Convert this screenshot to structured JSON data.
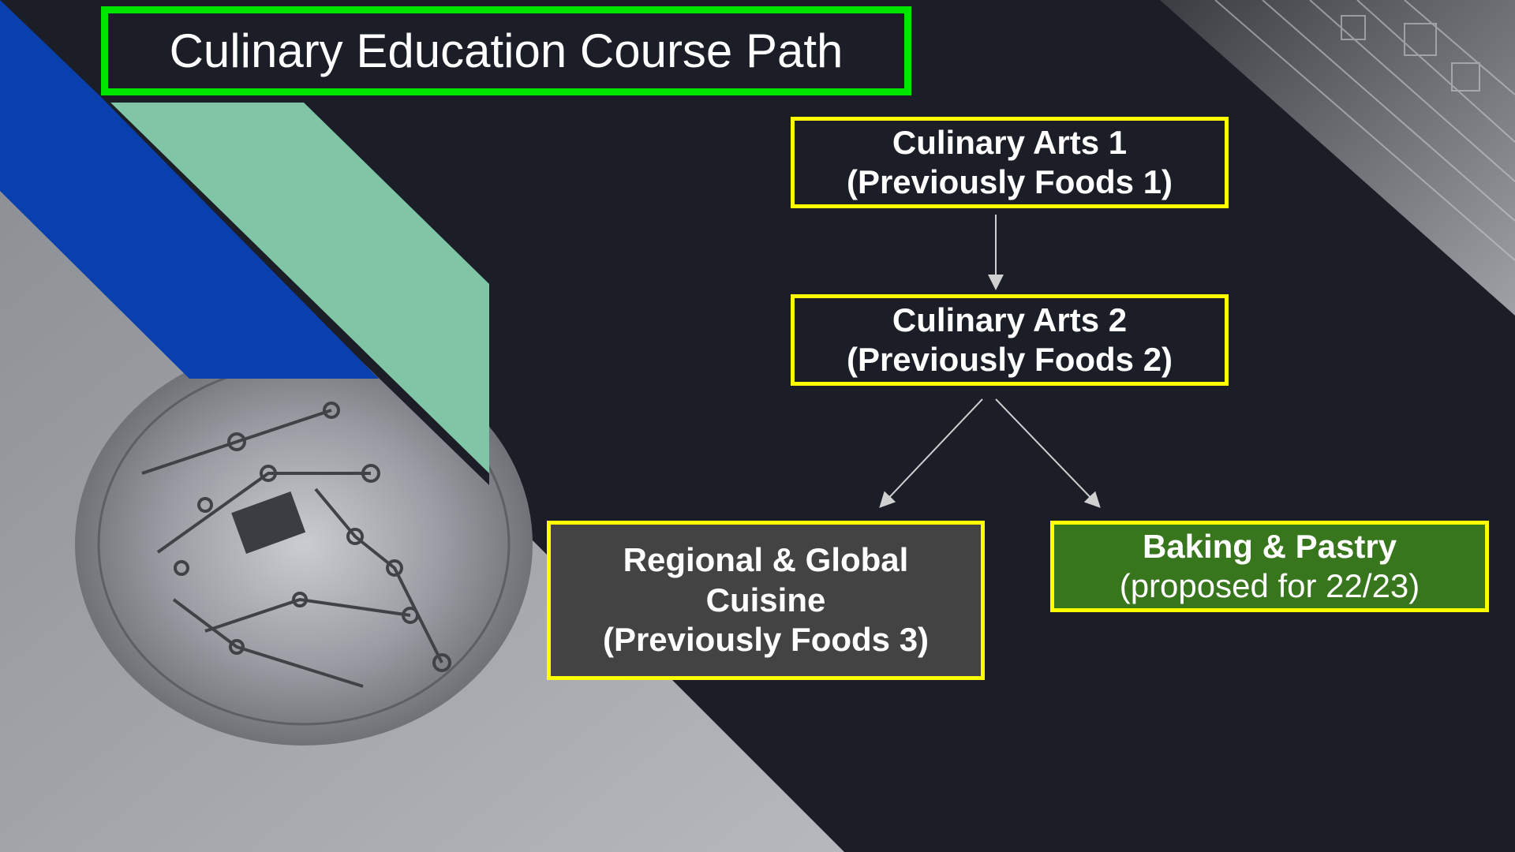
{
  "title": "Culinary Education Course Path",
  "nodes": {
    "arts1": {
      "line1": "Culinary Arts 1",
      "line2": "(Previously Foods 1)"
    },
    "arts2": {
      "line1": "Culinary Arts 2",
      "line2": "(Previously Foods 2)"
    },
    "regional": {
      "line1": "Regional & Global",
      "line2": "Cuisine",
      "line3": "(Previously Foods 3)"
    },
    "baking": {
      "line1": "Baking & Pastry",
      "line2": "(proposed for 22/23)"
    }
  },
  "colors": {
    "background": "#1b1e27",
    "title_border": "#00e600",
    "node_border": "#ffff00",
    "regional_fill": "#434343",
    "baking_fill": "#38761d",
    "accent_blue": "#0a3fae",
    "accent_mint": "#80c6a6"
  }
}
